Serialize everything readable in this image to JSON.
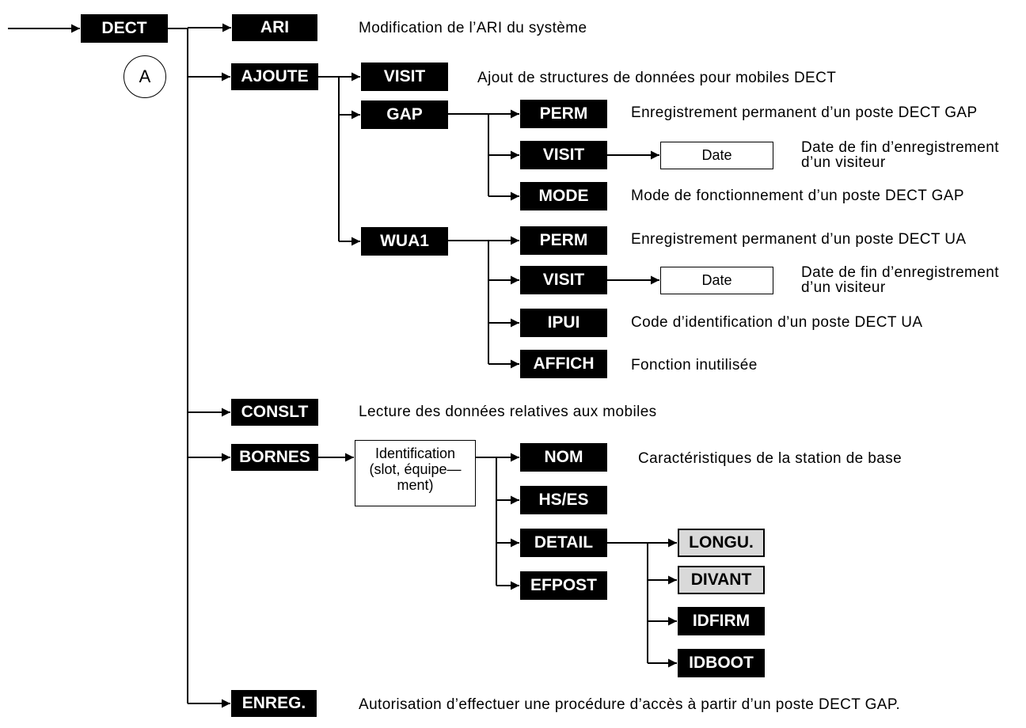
{
  "diagram": {
    "entry": {
      "label": "DECT",
      "marker": "A"
    },
    "ari": {
      "label": "ARI",
      "desc": "Modification de l’ARI du système"
    },
    "ajoute": {
      "label": "AJOUTE",
      "visit": {
        "label": "VISIT",
        "desc": "Ajout de structures de données pour mobiles DECT"
      },
      "gap": {
        "label": "GAP",
        "perm": {
          "label": "PERM",
          "desc": "Enregistrement permanent d’un poste DECT GAP"
        },
        "visit": {
          "label": "VISIT",
          "param": "Date",
          "desc_line1": "Date de fin d’enregistrement",
          "desc_line2": "d’un visiteur"
        },
        "mode": {
          "label": "MODE",
          "desc": "Mode de fonctionnement d’un poste DECT GAP"
        }
      },
      "wua1": {
        "label": "WUA1",
        "perm": {
          "label": "PERM",
          "desc": "Enregistrement permanent d’un poste DECT UA"
        },
        "visit": {
          "label": "VISIT",
          "param": "Date",
          "desc_line1": "Date de fin d’enregistrement",
          "desc_line2": "d’un visiteur"
        },
        "ipui": {
          "label": "IPUI",
          "desc": "Code d’identification d’un poste DECT UA"
        },
        "affich": {
          "label": "AFFICH",
          "desc": "Fonction inutilisée"
        }
      }
    },
    "conslt": {
      "label": "CONSLT",
      "desc": "Lecture des données relatives aux mobiles"
    },
    "bornes": {
      "label": "BORNES",
      "param": {
        "line1": "Identification",
        "line2": "(slot, équipe—",
        "line3": "ment)"
      },
      "nom": {
        "label": "NOM",
        "desc": "Caractéristiques de la station de base"
      },
      "hs_es": {
        "label": "HS/ES"
      },
      "detail": {
        "label": "DETAIL",
        "longu": "LONGU.",
        "divant": "DIVANT",
        "idfirm": "IDFIRM",
        "idboot": "IDBOOT"
      },
      "efpost": {
        "label": "EFPOST"
      }
    },
    "enreg": {
      "label": "ENREG.",
      "desc": "Autorisation d’effectuer une procédure d’accès à partir d’un poste DECT GAP."
    }
  },
  "colors": {
    "command_box": "#000000",
    "command_text": "#ffffff",
    "greyed_box": "#d9d9d9",
    "line": "#000000"
  }
}
